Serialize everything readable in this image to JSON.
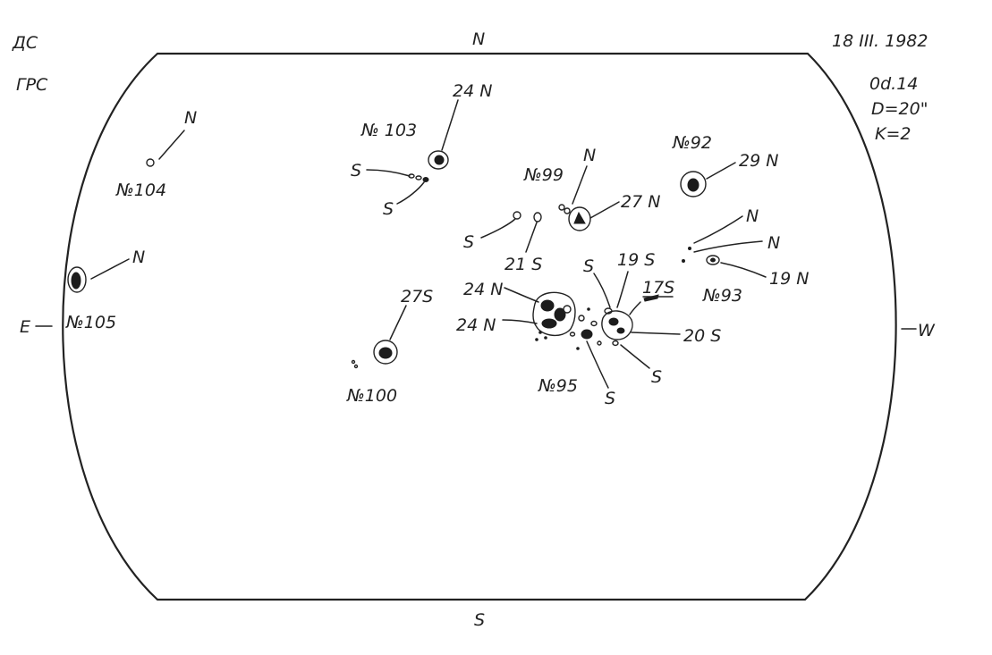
{
  "header": {
    "code1": "ДС",
    "code2": "ГРС",
    "date": "18 III. 1982",
    "time": "0d.14",
    "diameter": "D=20\"",
    "k": "K=2"
  },
  "directions": {
    "north": "N",
    "south": "S",
    "east": "E",
    "west": "W"
  },
  "groups": {
    "g92": {
      "label": "№92",
      "lat": "29 N"
    },
    "g93": {
      "label": "№93",
      "lat": "19 N",
      "pol1": "N",
      "pol2": "N"
    },
    "g95": {
      "label": "№95",
      "lat1": "24 N",
      "lat2": "24 N",
      "lat3": "19 S",
      "lat4": "17S",
      "lat5": "20 S",
      "pol1": "S",
      "pol2": "S",
      "pol3": "S"
    },
    "g99": {
      "label": "№99",
      "lat1": "27 N",
      "lat2": "21 S",
      "pol1": "N",
      "pol2": "S"
    },
    "g100": {
      "label": "№100",
      "lat": "27S"
    },
    "g103": {
      "label": "№ 103",
      "lat": "24 N",
      "pol1": "S",
      "pol2": "S"
    },
    "g104": {
      "label": "№104",
      "pol": "N"
    },
    "g105": {
      "label": "№105",
      "pol": "N"
    }
  }
}
